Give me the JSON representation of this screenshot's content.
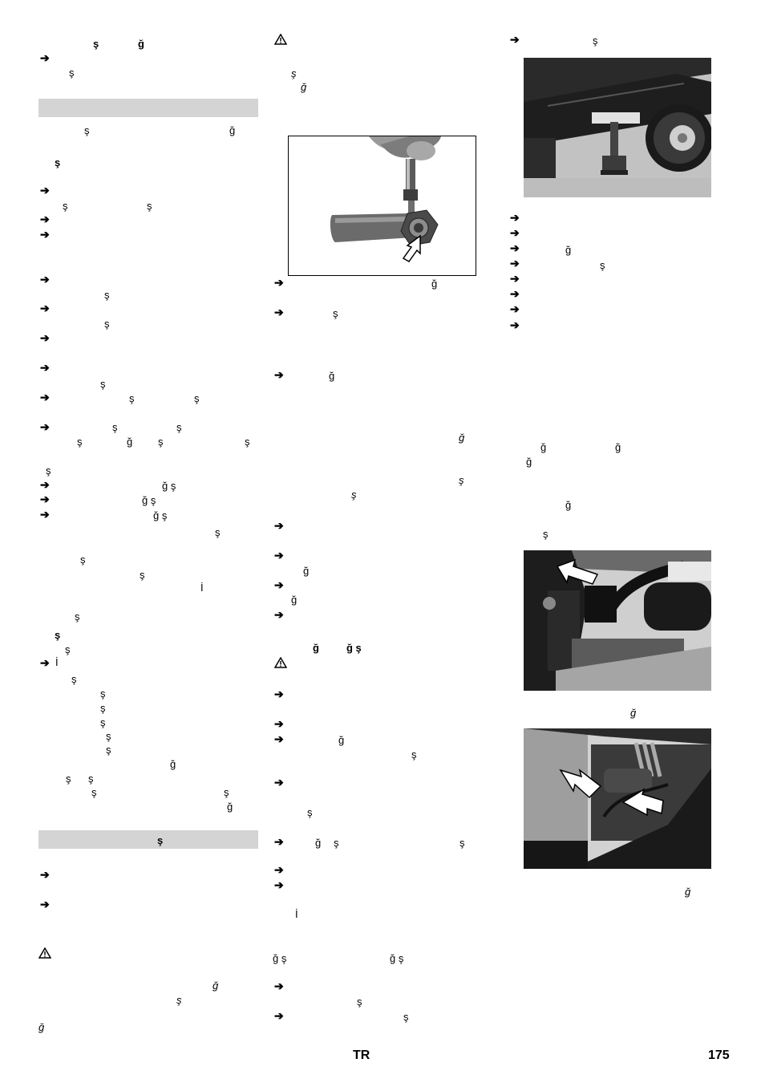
{
  "footer": {
    "lang": "TR",
    "page": "175"
  },
  "col1": {
    "l1": "ş ğ",
    "l2": "ş",
    "l3": "ş ğ",
    "l4": "ş",
    "l5": "ş ş",
    "l6": "ş",
    "l7": "ş",
    "l8": "ş",
    "l9": "ş ş",
    "l10": "ş ş",
    "l11": "ş ğ ş ş",
    "l12": "ş",
    "l13": "ğ ş",
    "l14": "ğ ş",
    "l15": "ğ ş",
    "l16": "ş",
    "l17": "ş",
    "l18": "ş İ",
    "l19": "ş",
    "l20": "ş",
    "l21": "ş",
    "l22": "İ",
    "l23": "ş",
    "l24": "ş",
    "l25": "ş",
    "l26": "ş",
    "l27": "ş",
    "l28": "ş",
    "l29": "ğ",
    "l30": "ş ş",
    "l31": "ş ş",
    "l32": "ğ",
    "band2": "ş",
    "l33": "ğ",
    "l34": "ş",
    "l35": "ğ"
  },
  "col2": {
    "l1": "ş",
    "l2": "ğ",
    "l3": "ğ",
    "l4": "ş",
    "l5": "ğ",
    "l6": "ğ",
    "l7": "ş",
    "l8": "ş",
    "l9": "ğ",
    "l10": "ğ",
    "l11": "ğ ğ ş",
    "l12": "ğ",
    "l13": "ş",
    "l14": "ş",
    "l15": "ğ ş ş",
    "l16": "İ",
    "l17": "ğ ş ğ ş",
    "l18": "ş",
    "l19": "ş"
  },
  "col3": {
    "l1": "ş",
    "l2": "ğ",
    "l3": "ş",
    "l4": "ğ ğ",
    "l5": "ğ",
    "l6": "ğ",
    "l7": "ş",
    "l8": "ğ",
    "l9": "ğ"
  }
}
